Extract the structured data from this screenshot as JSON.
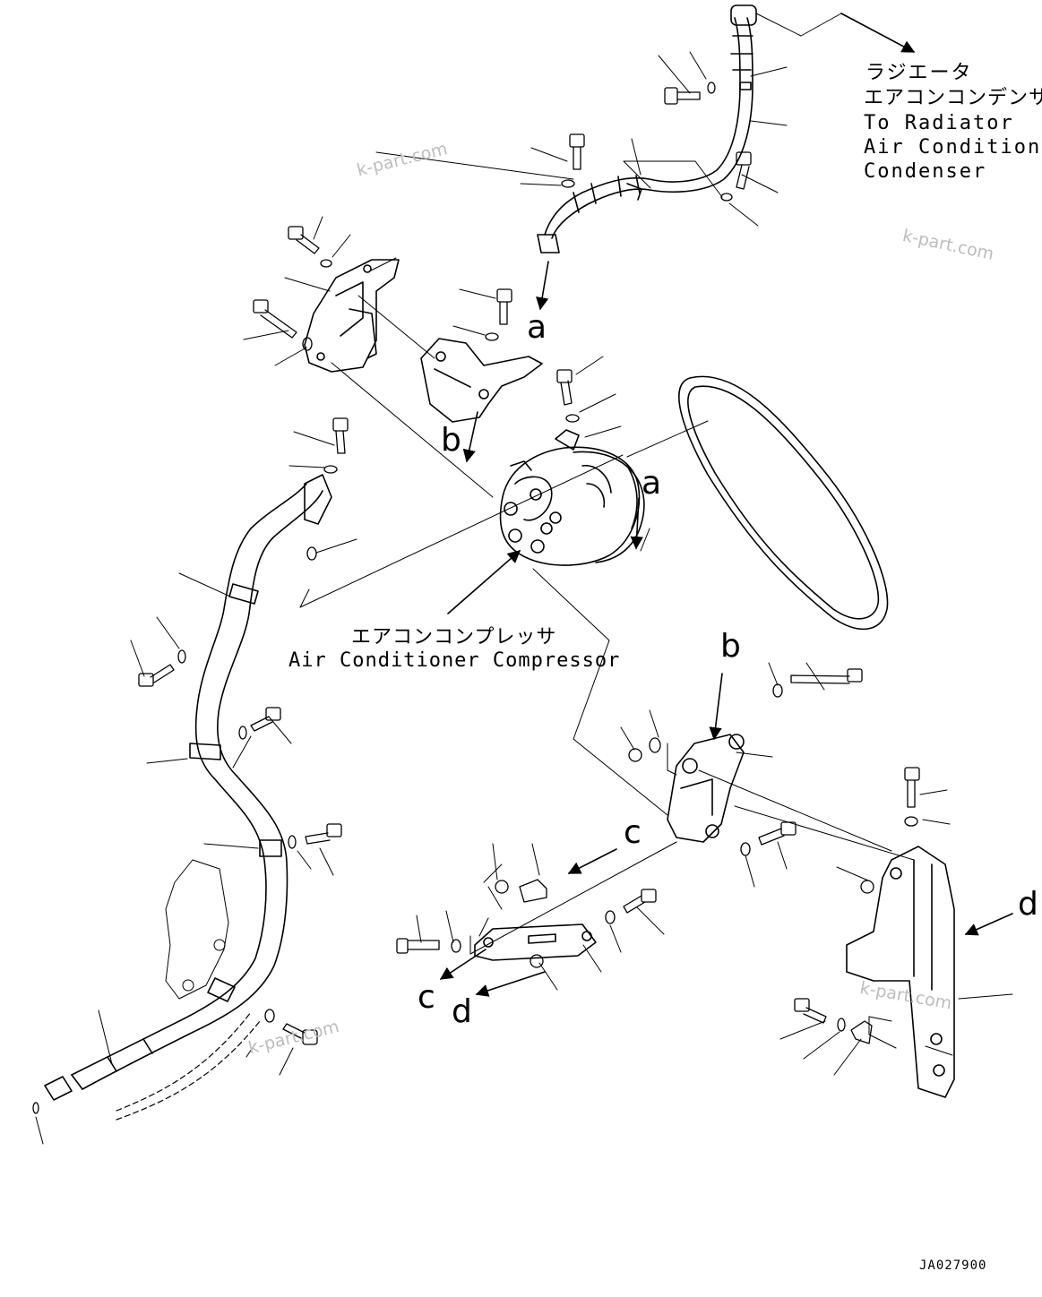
{
  "labels": {
    "radiator_jp_1": "ラジエータ",
    "radiator_jp_2": "エアコンコンデンサへ",
    "radiator_en_1": "To Radiator",
    "radiator_en_2": "Air Conditioner",
    "radiator_en_3": "Condenser",
    "compressor_jp": "エアコンコンプレッサ",
    "compressor_en": "Air Conditioner Compressor"
  },
  "refs": {
    "a1": "a",
    "a2": "a",
    "b1": "b",
    "b2": "b",
    "c1": "c",
    "c2": "c",
    "d1": "d",
    "d2": "d"
  },
  "watermarks": [
    "k-part.com",
    "k-part.com",
    "k-part.com",
    "k-part.com"
  ],
  "doc_id": "JA027900"
}
